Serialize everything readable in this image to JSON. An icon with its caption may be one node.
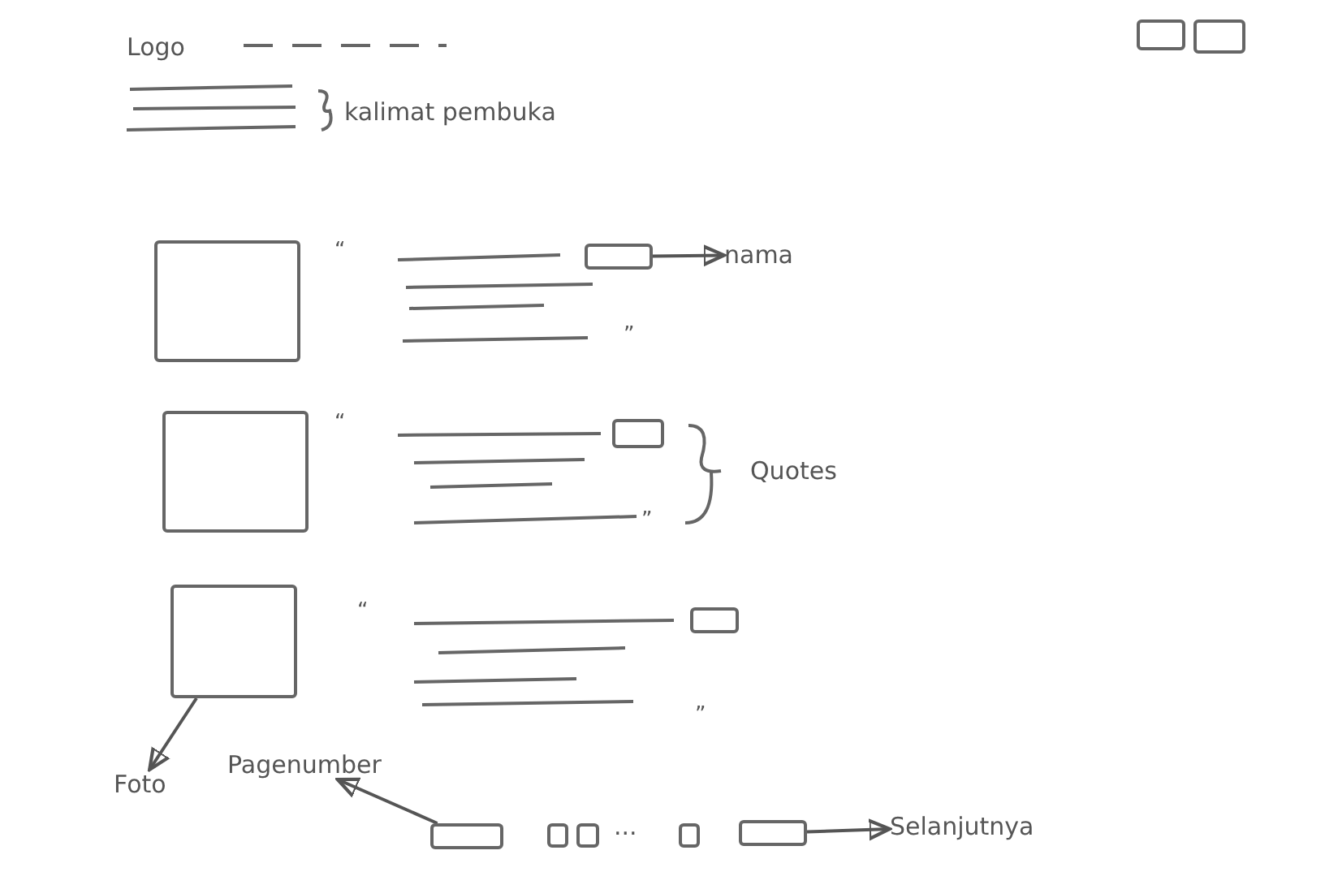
{
  "diagram": {
    "nodes": [
      {
        "text": [],
        "shape": "box"
      },
      {
        "text": [],
        "shape": "box"
      },
      {
        "text": [],
        "shape": "box"
      },
      {
        "text": [],
        "shape": "box"
      },
      {
        "text": [
          "nama"
        ]
      },
      {
        "text": [],
        "shape": "box"
      },
      {
        "text": [],
        "shape": "box"
      },
      {
        "text": [],
        "shape": "box"
      },
      {
        "text": [],
        "shape": "box"
      },
      {
        "text": [
          "Foto"
        ]
      },
      {
        "text": [
          "Pagenumber"
        ]
      },
      {
        "text": [],
        "shape": "box"
      },
      {
        "text": [],
        "shape": "box"
      },
      {
        "text": [],
        "shape": "box"
      },
      {
        "text": [],
        "shape": "box"
      },
      {
        "text": [],
        "shape": "box"
      },
      {
        "text": [
          "Selanjutnya"
        ]
      }
    ],
    "edges": [
      {
        "from": 3,
        "to": 4,
        "arrow": "to"
      },
      {
        "from": 7,
        "to": 9,
        "arrow": "to"
      },
      {
        "from": 11,
        "to": 10,
        "arrow": "to"
      },
      {
        "from": 15,
        "to": 16,
        "arrow": "to"
      }
    ],
    "labels": [
      "Logo",
      "kalimat pembuka",
      "“",
      "”",
      "“",
      "Quotes",
      "”",
      "“",
      "”",
      "..."
    ]
  }
}
